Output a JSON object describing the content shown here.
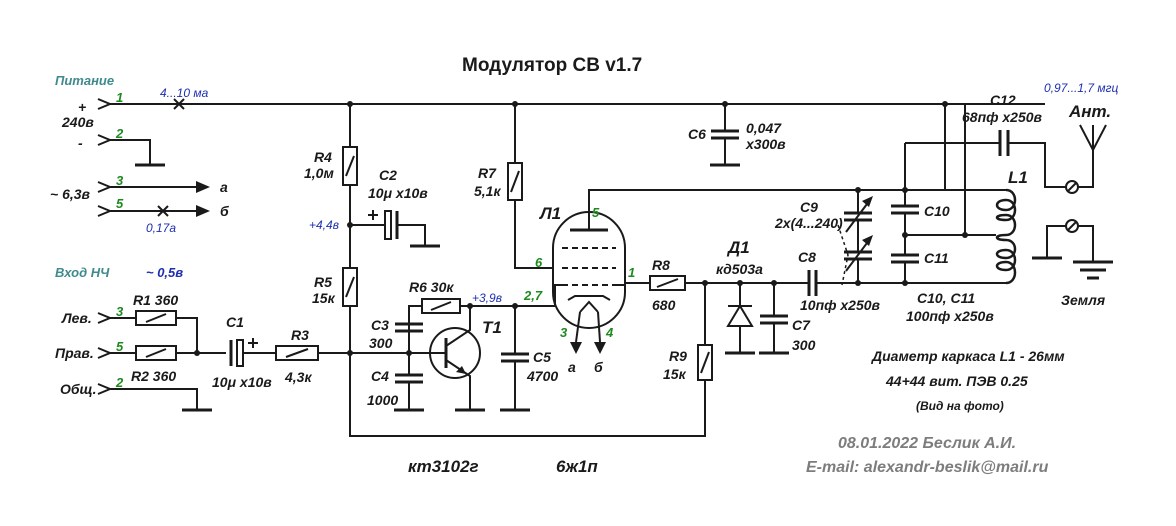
{
  "title": "Модулятор СВ v1.7",
  "power": {
    "header": "Питание",
    "plus": "+",
    "voltage": "240в",
    "minus": "-",
    "pin1": "1",
    "pin2": "2",
    "current": "4...10 ма"
  },
  "heater": {
    "voltage": "~ 6,3в",
    "pin3": "3",
    "pin5": "5",
    "out_a": "а",
    "out_b": "б",
    "current": "0,17а"
  },
  "audio_input": {
    "header": "Вход НЧ",
    "level": "~ 0,5в",
    "left": "Лев.",
    "right": "Прав.",
    "common": "Общ.",
    "pin_left": "3",
    "pin_right": "5",
    "pin_common": "2"
  },
  "components": {
    "r1": "R1 360",
    "r2": "R2 360",
    "c1_name": "C1",
    "c1_value": "10μ x10в",
    "r3_name": "R3",
    "r3_value": "4,3к",
    "r4_name": "R4",
    "r4_value": "1,0м",
    "c2_name": "C2",
    "c2_value": "10μ x10в",
    "node_voltage_1": "+4,4в",
    "r5_name": "R5",
    "r5_value": "15к",
    "r6": "R6 30к",
    "node_voltage_2": "+3,9в",
    "c3_name": "C3",
    "c3_value": "300",
    "c4_name": "C4",
    "c4_value": "1000",
    "t1": "T1",
    "c5_name": "C5",
    "c5_value": "4700",
    "r7_name": "R7",
    "r7_value": "5,1к",
    "tube_name": "Л1",
    "tube_pin_5": "5",
    "tube_pin_6": "6",
    "tube_pin_27": "2,7",
    "tube_pin_1": "1",
    "tube_pin_3": "3",
    "tube_pin_4": "4",
    "heater_a": "а",
    "heater_b": "б",
    "r8_name": "R8",
    "r8_value": "680",
    "r9_name": "R9",
    "r9_value": "15к",
    "d1_name": "Д1",
    "d1_value": "кд503а",
    "c7_name": "C7",
    "c7_value": "300",
    "c8_name": "C8",
    "c8_value": "10пф x250в",
    "c6_name": "C6",
    "c6_value_1": "0,047",
    "c6_value_2": "x300в",
    "c9_name": "C9",
    "c9_value": "2x(4...240)",
    "c10": "C10",
    "c11": "C11",
    "c10_c11": "C10, C11",
    "c10_c11_value": "100пф x250в",
    "l1": "L1",
    "c12_name": "C12",
    "c12_value": "68пф x250в",
    "antenna": "Ант.",
    "frequency": "0,97...1,7 мгц",
    "ground": "Земля"
  },
  "notes": {
    "coil_diameter": "Диаметр каркаса L1 - 26мм",
    "turns": "44+44 вит.  ПЭВ 0.25",
    "photo": "(Вид на фото)"
  },
  "parts": {
    "transistor": "кт3102г",
    "tube": "6ж1п"
  },
  "footer": {
    "date_author": "08.01.2022    Беслик А.И.",
    "email": "E-mail:  alexandr-beslik@mail.ru"
  }
}
